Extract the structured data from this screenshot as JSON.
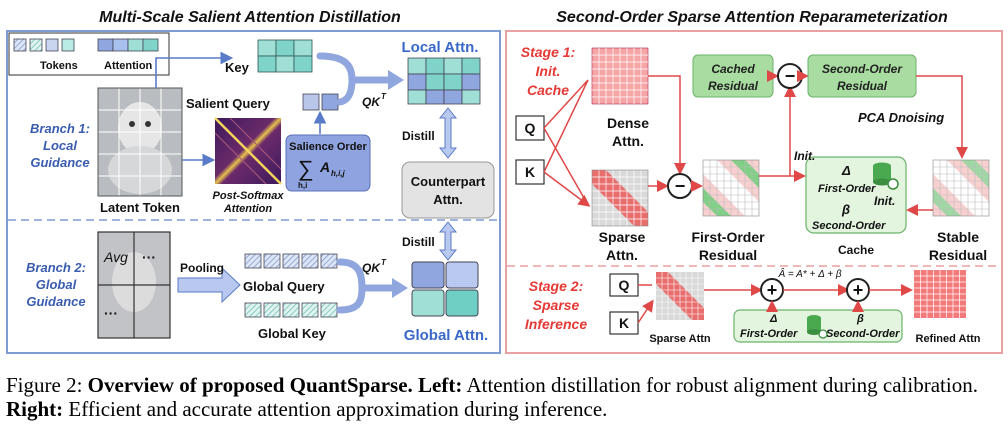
{
  "left_panel": {
    "title": "Multi-Scale Salient Attention Distillation",
    "legend": {
      "tokens": "Tokens",
      "attention": "Attention"
    },
    "branch1": {
      "line1": "Branch 1:",
      "line2": "Local",
      "line3": "Guidance"
    },
    "branch2": {
      "line1": "Branch 2:",
      "line2": "Global",
      "line3": "Guidance"
    },
    "latent_token": "Latent Token",
    "heatmap_label": {
      "line1": "Post-Softmax",
      "line2": "Attention"
    },
    "key": "Key",
    "salient_query": "Salient Query",
    "qkt_top": "QK",
    "qkt_bottom": "QK",
    "superscript": "T",
    "salience": {
      "title": "Salience Order",
      "sum_symbol": "∑",
      "term": "A",
      "term_sub": "h,i,j",
      "sum_sub": "h,i"
    },
    "local_attn": "Local Attn.",
    "global_attn": "Global Attn.",
    "distill_top": "Distill",
    "distill_bottom": "Distill",
    "counterpart": {
      "line1": "Counterpart",
      "line2": "Attn."
    },
    "pooling": "Pooling",
    "global_query": "Global Query",
    "global_key": "Global Key",
    "avg": "Avg",
    "dots": "···"
  },
  "right_panel": {
    "title": "Second-Order Sparse Attention Reparameterization",
    "stage1": {
      "line1": "Stage 1:",
      "line2": "Init.",
      "line3": "Cache"
    },
    "stage2": {
      "line1": "Stage 2:",
      "line2": "Sparse",
      "line3": "Inference"
    },
    "q": "Q",
    "k": "K",
    "dense_attn": {
      "line1": "Dense",
      "line2": "Attn."
    },
    "sparse_attn": {
      "line1": "Sparse",
      "line2": "Attn."
    },
    "first_order_residual": {
      "line1": "First-Order",
      "line2": "Residual"
    },
    "cached_residual": {
      "line1": "Cached",
      "line2": "Residual"
    },
    "second_order_residual": {
      "line1": "Second-Order",
      "line2": "Residual"
    },
    "pca": "PCA Dnoising",
    "init_top": "Init.",
    "init_bottom": "Init.",
    "delta": "Δ",
    "beta": "β",
    "first_order": "First-Order",
    "second_order": "Second-Order",
    "cache": "Cache",
    "stable_residual": {
      "line1": "Stable",
      "line2": "Residual"
    },
    "sparse_attn_small": "Sparse Attn",
    "formula": "Â = A* + Δ + β",
    "refined_attn": "Refined Attn",
    "minus": "−",
    "plus": "+"
  },
  "caption": {
    "prefix": "Figure 2: ",
    "bold1": "Overview of proposed QuantSparse.",
    "bold2": "Left:",
    "text1": " Attention distillation for robust alignment during calibration. ",
    "bold3": "Right:",
    "text2": " Efficient and accurate attention approximation during inference."
  },
  "colors": {
    "blue_border": "#6f8fd0",
    "red_border": "#e58a8a",
    "stage_red": "#e53935",
    "title_blue": "#3a68c8",
    "teal": "#7fd3c9",
    "teal_light": "#cfeeea",
    "blue_cell": "#8fa6de",
    "pink": "#f6b3b3",
    "red_cell": "#e86d6d",
    "green_box": "#a8dca0"
  }
}
